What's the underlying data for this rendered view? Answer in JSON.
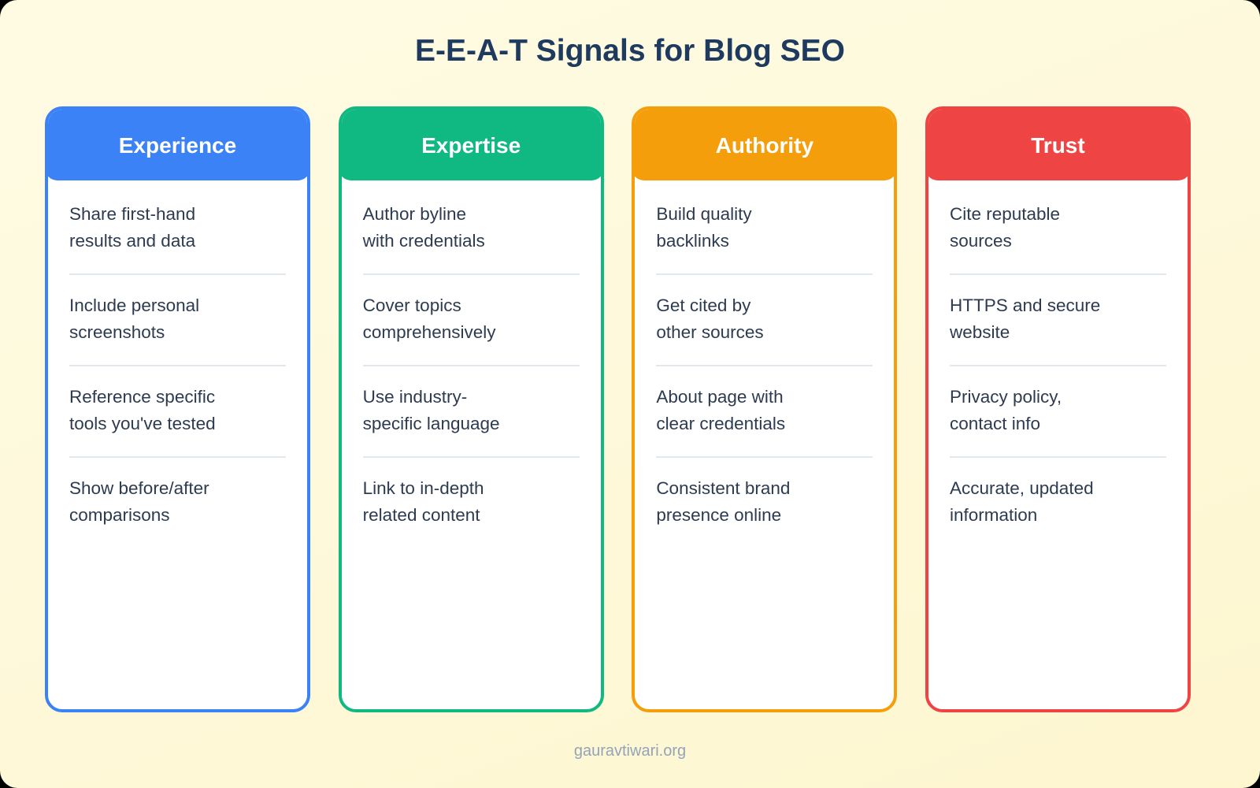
{
  "title": "E-E-A-T Signals for Blog SEO",
  "footer": "gauravtiwari.org",
  "colors": {
    "background": "#fef9dc",
    "title": "#1f3a5f",
    "item_text": "#2d3b50",
    "divider": "#e2e8f0",
    "footer": "#94a3b8"
  },
  "columns": [
    {
      "title": "Experience",
      "accent": "#3b82f6",
      "items": [
        {
          "lines": [
            "Share first-hand",
            "results and data"
          ]
        },
        {
          "lines": [
            "Include personal",
            "screenshots"
          ]
        },
        {
          "lines": [
            "Reference specific",
            "tools you've tested"
          ]
        },
        {
          "lines": [
            "Show before/after",
            "comparisons"
          ]
        }
      ]
    },
    {
      "title": "Expertise",
      "accent": "#10b981",
      "items": [
        {
          "lines": [
            "Author byline",
            "with credentials"
          ]
        },
        {
          "lines": [
            "Cover topics",
            "comprehensively"
          ]
        },
        {
          "lines": [
            "Use industry-",
            "specific language"
          ]
        },
        {
          "lines": [
            "Link to in-depth",
            "related content"
          ]
        }
      ]
    },
    {
      "title": "Authority",
      "accent": "#f59e0b",
      "items": [
        {
          "lines": [
            "Build quality",
            "backlinks"
          ]
        },
        {
          "lines": [
            "Get cited by",
            "other sources"
          ]
        },
        {
          "lines": [
            "About page with",
            "clear credentials"
          ]
        },
        {
          "lines": [
            "Consistent brand",
            "presence online"
          ]
        }
      ]
    },
    {
      "title": "Trust",
      "accent": "#ef4444",
      "items": [
        {
          "lines": [
            "Cite reputable",
            "sources"
          ]
        },
        {
          "lines": [
            "HTTPS and secure",
            "website"
          ]
        },
        {
          "lines": [
            "Privacy policy,",
            "contact info"
          ]
        },
        {
          "lines": [
            "Accurate, updated",
            "information"
          ]
        }
      ]
    }
  ]
}
